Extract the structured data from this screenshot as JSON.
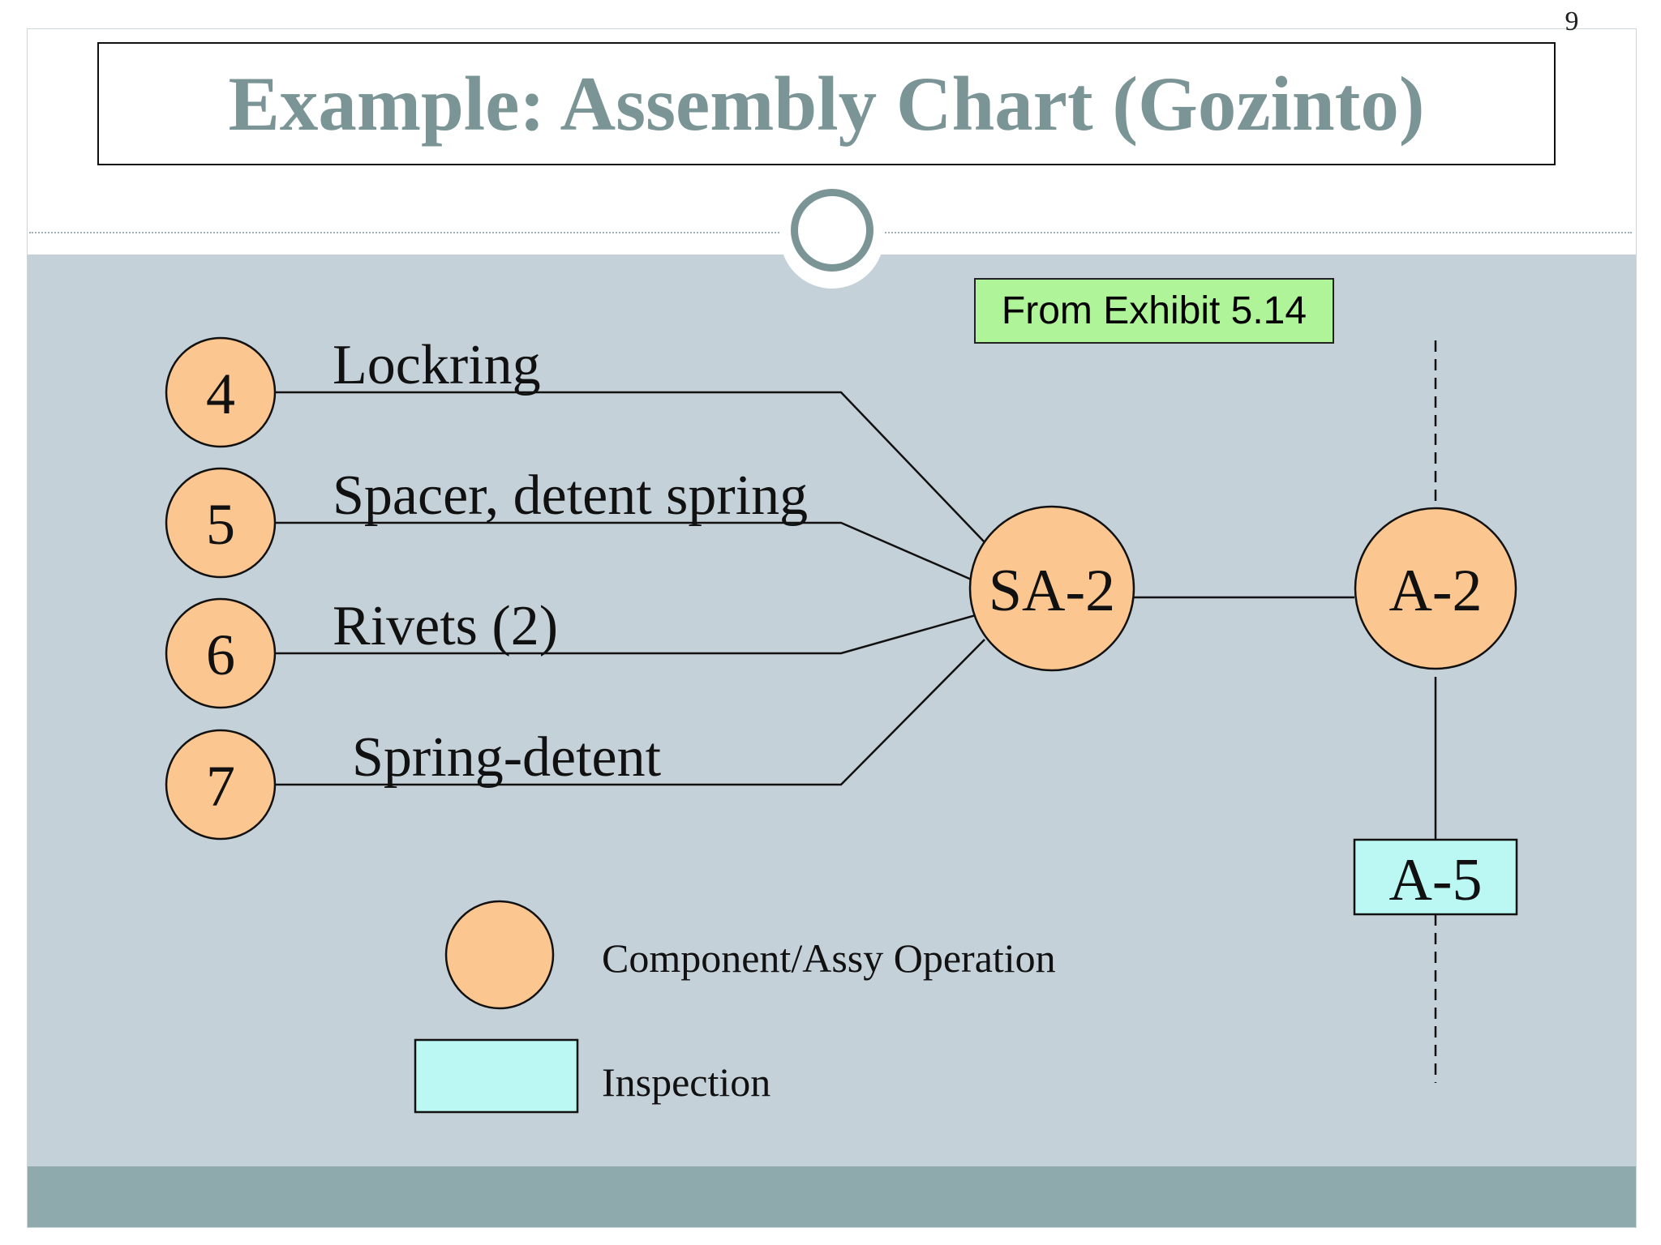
{
  "slide": {
    "page_number": "9",
    "title": "Example: Assembly Chart (Gozinto)",
    "exhibit_label": "From Exhibit 5.14"
  },
  "colors": {
    "title": "#7b9596",
    "background": "#c5d1d8",
    "footer_band": "#8faaad",
    "operation_fill": "#fcc690",
    "inspection_fill": "#bbf8f4",
    "exhibit_fill": "#b0f49a"
  },
  "diagram": {
    "components": [
      {
        "number": "4",
        "label": "Lockring"
      },
      {
        "number": "5",
        "label": "Spacer, detent spring"
      },
      {
        "number": "6",
        "label": "Rivets (2)"
      },
      {
        "number": "7",
        "label": "Spring-detent"
      }
    ],
    "subassembly": "SA-2",
    "assembly": "A-2",
    "inspection": "A-5"
  },
  "legend": {
    "operation_label": "Component/Assy Operation",
    "inspection_label": "Inspection"
  }
}
